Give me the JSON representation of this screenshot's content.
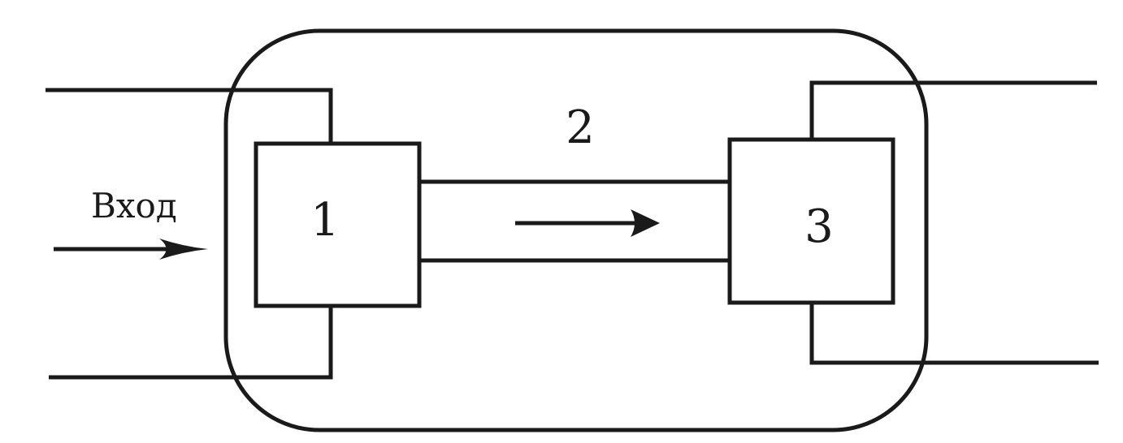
{
  "diagram": {
    "input_label": "Вход",
    "block_1_label": "1",
    "channel_label": "2",
    "block_3_label": "3"
  },
  "colors": {
    "stroke": "#1a1a1a",
    "background": "#ffffff"
  }
}
